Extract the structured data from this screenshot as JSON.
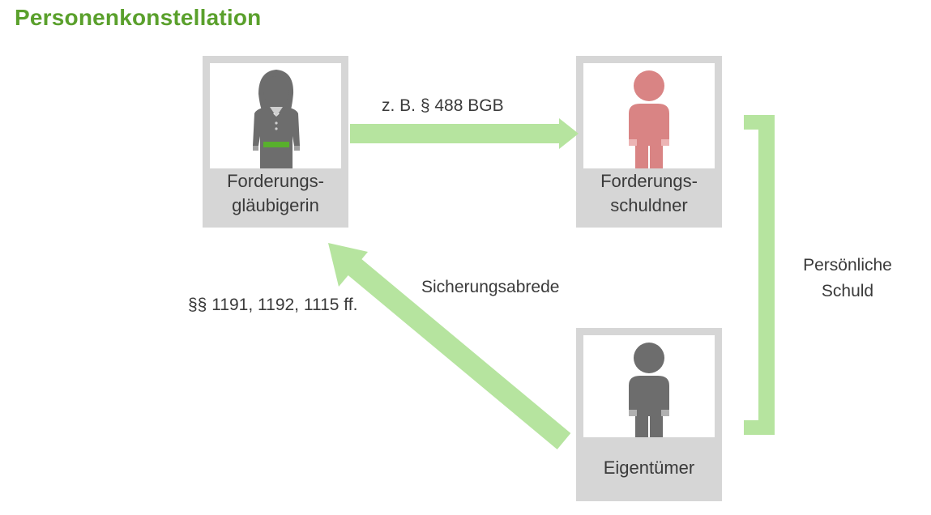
{
  "title": "Personenkonstellation",
  "colors": {
    "title_green": "#5aa02c",
    "arrow_green": "#b6e49f",
    "card_gray": "#d6d6d6",
    "person_gray": "#6d6d6d",
    "person_red": "#d98484",
    "belt_green": "#58b02c"
  },
  "cards": {
    "glaeubigerin": {
      "line1": "Forderungs-",
      "line2": "gläubigerin",
      "icon": "woman-person-icon"
    },
    "schuldner": {
      "line1": "Forderungs-",
      "line2": "schuldner",
      "icon": "man-person-icon"
    },
    "eigentuemer": {
      "label": "Eigentümer",
      "icon": "man-person-icon"
    }
  },
  "relations": {
    "top_arrow_label": "z. B. § 488 BGB",
    "diagonal_arrow_label": "Sicherungsabrede",
    "diagonal_arrow_legal": "§§ 1191, 1192, 1115 ff.",
    "bracket_line1": "Persönliche",
    "bracket_line2": "Schuld"
  }
}
